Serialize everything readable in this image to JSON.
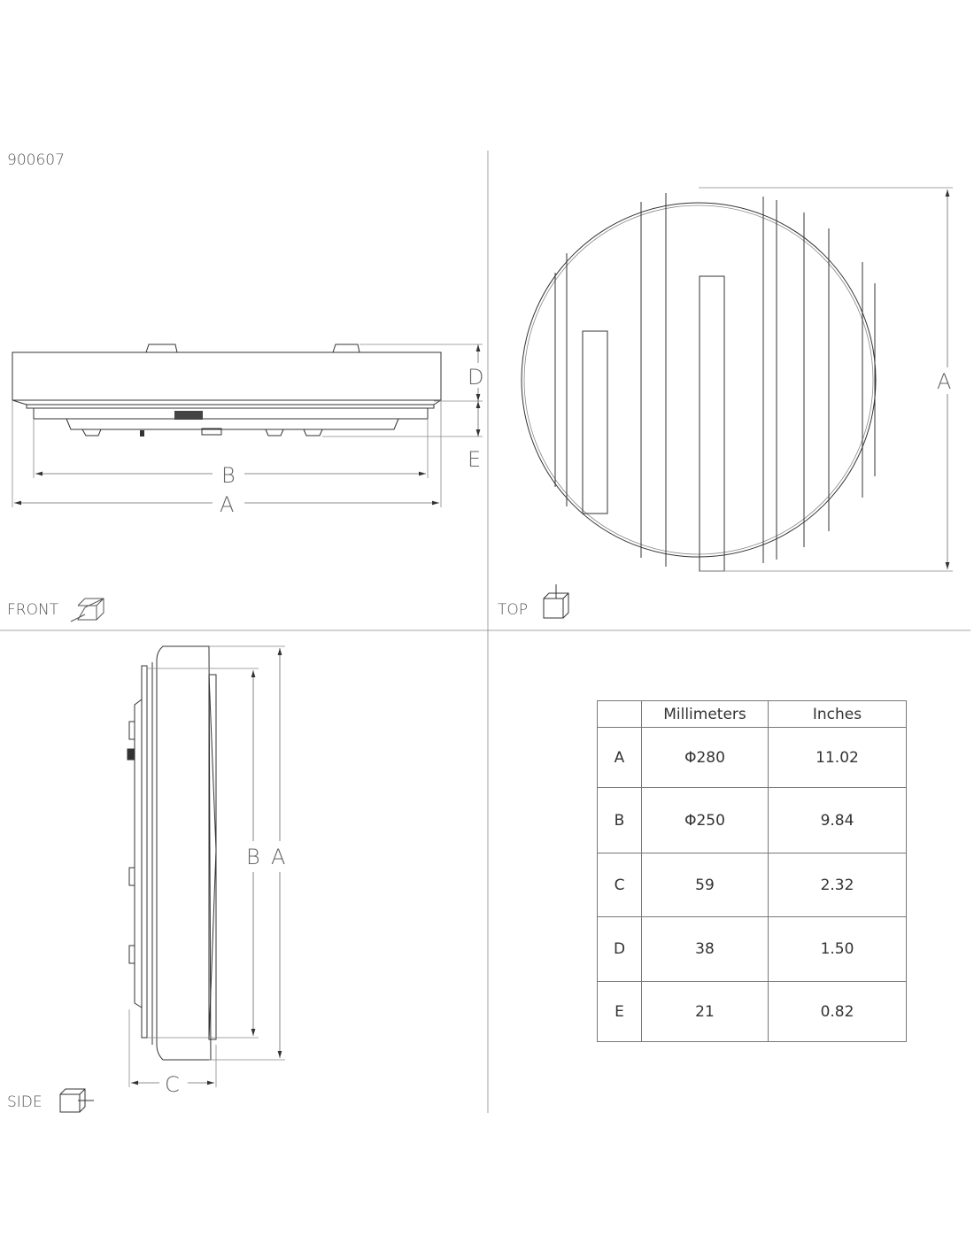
{
  "product_code": "900607",
  "views": {
    "front": "FRONT",
    "top": "TOP",
    "side": "SIDE"
  },
  "dimension_labels": {
    "A": "A",
    "B": "B",
    "C": "C",
    "D": "D",
    "E": "E"
  },
  "table": {
    "headers": [
      "",
      "Millimeters",
      "Inches"
    ],
    "rows": [
      {
        "key": "A",
        "mm": "Φ280",
        "in": "11.02"
      },
      {
        "key": "B",
        "mm": "Φ250",
        "in": "9.84"
      },
      {
        "key": "C",
        "mm": "59",
        "in": "2.32"
      },
      {
        "key": "D",
        "mm": "38",
        "in": "1.50"
      },
      {
        "key": "E",
        "mm": "21",
        "in": "0.82"
      }
    ]
  },
  "icons": [
    "front-view-cube-icon",
    "top-view-cube-icon",
    "side-view-cube-icon"
  ]
}
